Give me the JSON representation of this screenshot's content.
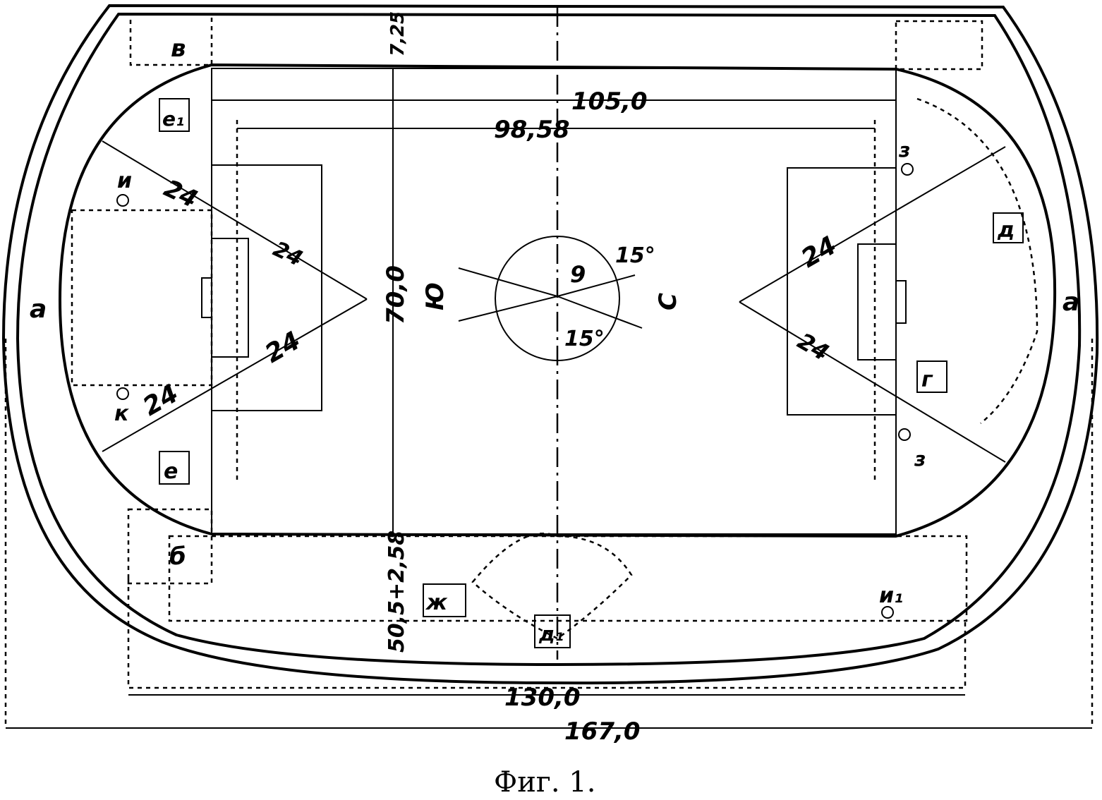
{
  "dimensions": {
    "field_length": "105,0",
    "goal_line_distance": "98,58",
    "field_width": "70,0",
    "top_offset": "7,25",
    "bottom_offset": "50,5+2,58",
    "outer_width": "130,0",
    "total_width": "167,0",
    "radius_1": "24",
    "radius_2": "24",
    "radius_3": "24",
    "radius_4": "24",
    "radius_5": "24",
    "center_radius": "9",
    "angle_top": "15°",
    "angle_bottom": "15°"
  },
  "labels": {
    "north": "Ю",
    "south": "С",
    "a_left": "а",
    "a_right": "а",
    "b": "б",
    "v": "в",
    "g": "г",
    "d": "д",
    "d1": "д₁",
    "e": "е",
    "e1": "е₁",
    "zh": "ж",
    "z_top": "з",
    "z_bottom": "з",
    "i": "и",
    "i1": "и₁",
    "k": "к"
  },
  "caption": "Фиг. 1."
}
